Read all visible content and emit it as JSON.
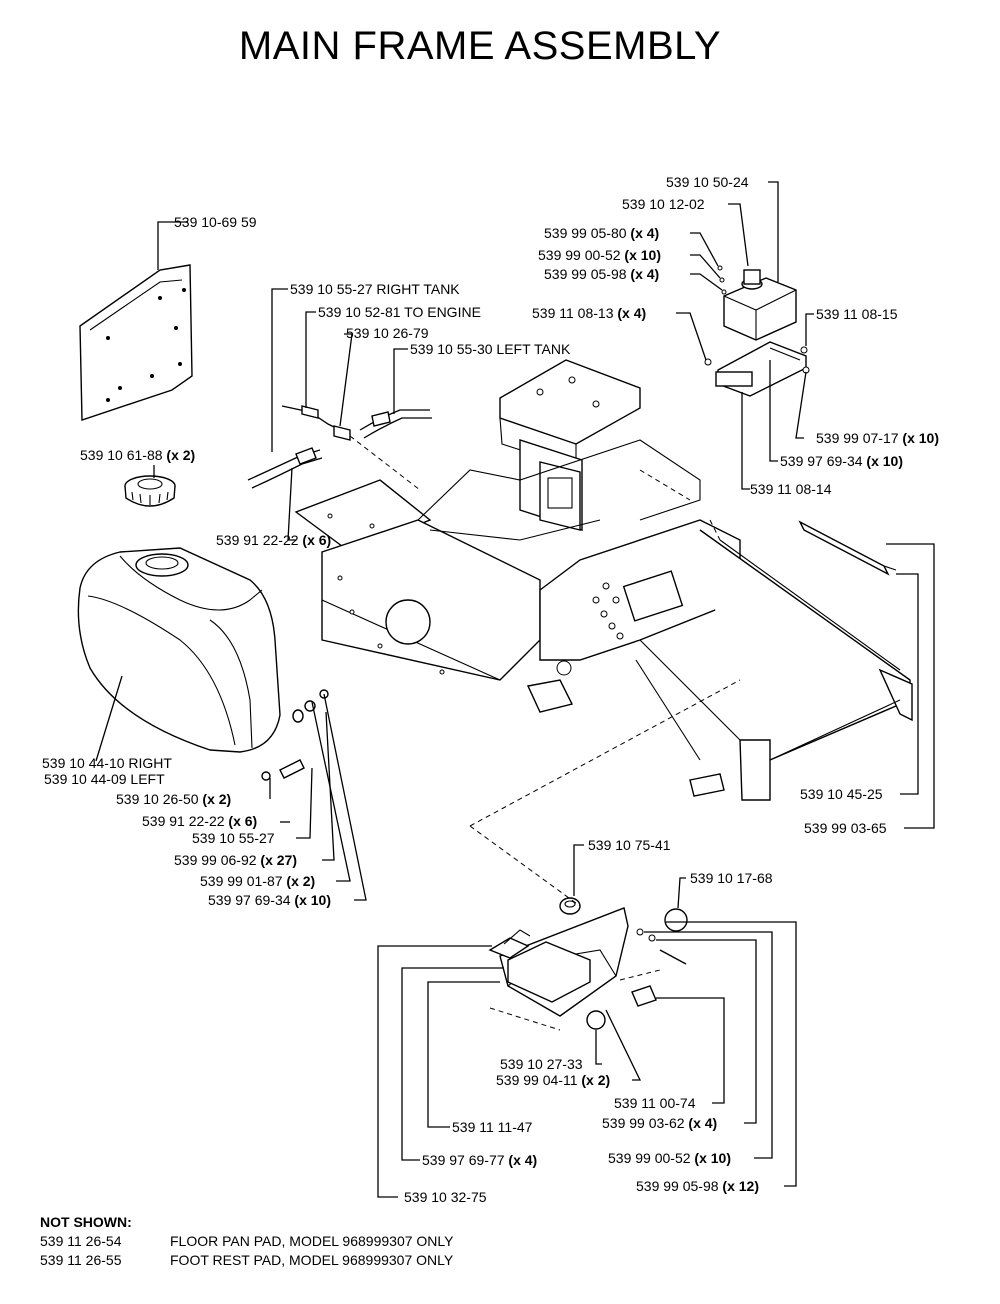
{
  "title": "MAIN FRAME ASSEMBLY",
  "labels": {
    "seat_panel": "539 10-69 59",
    "right_tank": "539 10 55-27 RIGHT TANK",
    "to_engine": "539 10 52-81 TO ENGINE",
    "hose_79": "539 10 26-79",
    "left_tank": "539 10 55-30 LEFT TANK",
    "cap": "539 10 61-88",
    "cap_qty": "(x 2)",
    "clamp": "539 91 22-22",
    "clamp_qty": "(x 6)",
    "reservoir": "539 10 50-24",
    "res_cap": "539 10 12-02",
    "bolt_580": "539 99 05-80",
    "bolt_580_qty": "(x 4)",
    "washer_052": "539 99 00-52",
    "washer_052_qty": "(x 10)",
    "bolt_598": "539 99 05-98",
    "bolt_598_qty": "(x 4)",
    "grommet_0813": "539 11 08-13",
    "grommet_0813_qty": "(x 4)",
    "bracket_0815": "539 11 08-15",
    "nut_0717": "539 99 07-17",
    "nut_0717_qty": "(x 10)",
    "washer_6934": "539 97 69-34",
    "washer_6934_qty": "(x 10)",
    "plate_0814": "539 11 08-14",
    "tank_right": "539 10 44-10 RIGHT",
    "tank_left": "539 10 44-09 LEFT",
    "fitting_2650": "539 10 26-50",
    "fitting_2650_qty": "(x 2)",
    "clamp2": "539 91 22-22",
    "clamp2_qty": "(x 6)",
    "hose_5527": "539 10 55-27",
    "bolt_0692": "539 99 06-92",
    "bolt_0692_qty": "(x 27)",
    "bolt_0187": "539 99 01-87",
    "bolt_0187_qty": "(x 2)",
    "washer2_6934": "539 97 69-34",
    "washer2_6934_qty": "(x 10)",
    "frame": "539 10 45-25",
    "bolt_0365": "539 99 03-65",
    "bushing_7541": "539 10 75-41",
    "knob_1768": "539 10 17-68",
    "cap_2733": "539 10 27-33",
    "nut_0411": "539 99 04-11",
    "nut_0411_qty": "(x 2)",
    "pad_0074": "539 11 00-74",
    "bolt_0362": "539 99 03-62",
    "bolt_0362_qty": "(x 4)",
    "bracket_1147": "539 11 11-47",
    "washer_0052b": "539 99 00-52",
    "washer_0052b_qty": "(x 10)",
    "washer_6977": "539 97 69-77",
    "washer_6977_qty": "(x 4)",
    "bolt_0598b": "539 99 05-98",
    "bolt_0598b_qty": "(x 12)",
    "pedal_3275": "539 10 32-75"
  },
  "not_shown": {
    "header": "NOT SHOWN:",
    "items": [
      {
        "part": "539 11 26-54",
        "desc": "FLOOR PAN PAD, MODEL 968999307 ONLY"
      },
      {
        "part": "539 11 26-55",
        "desc": "FOOT REST PAD, MODEL 968999307 ONLY"
      }
    ]
  }
}
